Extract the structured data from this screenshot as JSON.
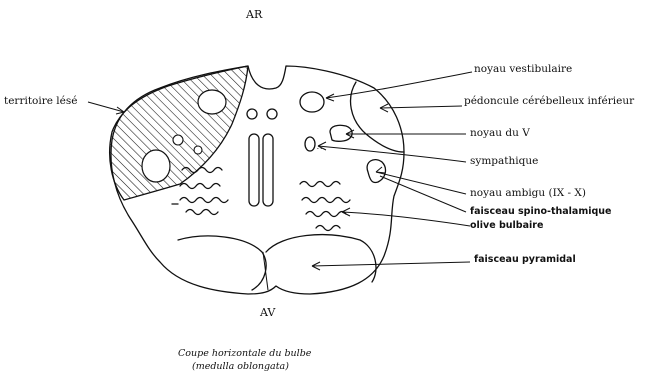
{
  "orientation": {
    "top": "AR",
    "bottom": "AV"
  },
  "labels": {
    "lesion": "territoire lésé",
    "vestibular_nucleus": "noyau vestibulaire",
    "inferior_cerebellar_peduncle": "pédoncule cérébelleux inférieur",
    "trigeminal_nucleus": "noyau du V",
    "sympathetic": "sympathique",
    "nucleus_ambiguus": "noyau ambigu (IX - X)",
    "spinothalamic_tract": "faisceau spino-thalamique",
    "inferior_olive": "olive bulbaire",
    "pyramidal_tract": "faisceau pyramidal"
  },
  "caption": {
    "line1": "Coupe horizontale du bulbe",
    "line2": "(medulla oblongata)"
  }
}
